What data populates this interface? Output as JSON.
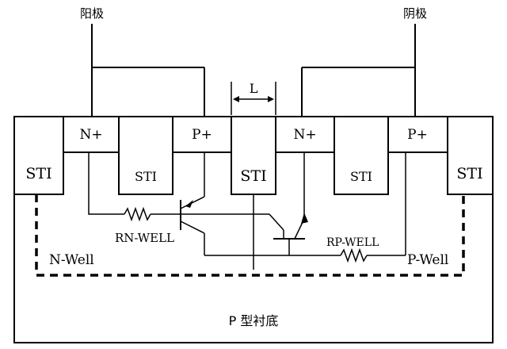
{
  "labels": {
    "anode": "阳极",
    "cathode": "阴极",
    "spacing": "L",
    "sti": "STI",
    "n_plus": "N+",
    "p_plus": "P+",
    "r_nwell": "RN-WELL",
    "r_pwell": "RP-WELL",
    "n_well": "N-Well",
    "p_well": "P-Well",
    "substrate": "P 型衬底"
  }
}
